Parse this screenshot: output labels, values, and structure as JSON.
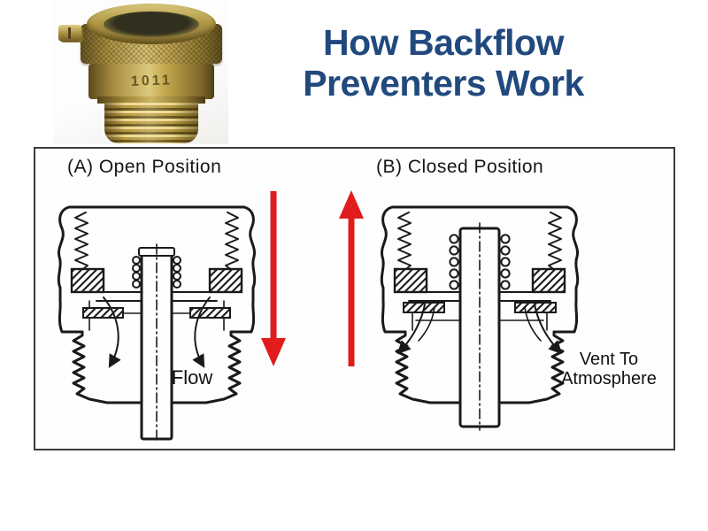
{
  "title": {
    "line1": "How Backflow",
    "line2": "Preventers Work"
  },
  "photo": {
    "description": "brass hose-bib vacuum breaker",
    "stamp_text": "1011"
  },
  "panel": {
    "diagram_a": {
      "label": "(A) Open Position",
      "flow_label": "Flow"
    },
    "diagram_b": {
      "label": "(B) Closed Position",
      "vent_line1": "Vent To",
      "vent_line2": "Atmosphere"
    },
    "arrows": {
      "left_direction": "down",
      "right_direction": "up"
    }
  },
  "colors": {
    "title_blue": "#21497e",
    "arrow_red": "#e01c1c",
    "line_black": "#1a1a1a",
    "brass": "#c9b36a"
  }
}
